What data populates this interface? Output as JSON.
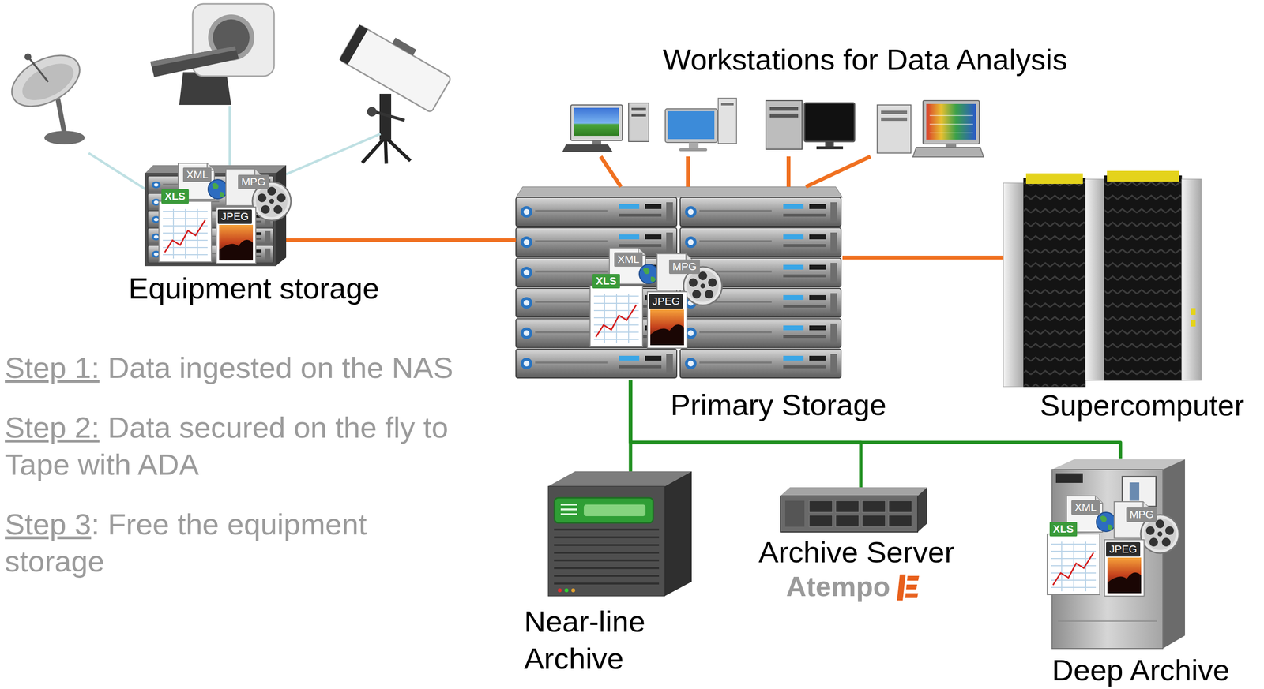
{
  "diagram": {
    "nodes": [
      {
        "text": [
          "Workstations for Data Analysis"
        ]
      },
      {
        "text": [
          "Equipment storage"
        ]
      },
      {
        "text": [
          "Primary Storage"
        ]
      },
      {
        "text": [
          "Supercomputer"
        ]
      },
      {
        "text": [
          "Near-line Archive"
        ]
      },
      {
        "text": [
          "Archive Server"
        ]
      },
      {
        "text": [
          "Deep Archive"
        ]
      }
    ],
    "edges": [
      {
        "from": 0,
        "to": 2,
        "arrow": "none"
      },
      {
        "from": 0,
        "to": 2,
        "arrow": "none"
      },
      {
        "from": 0,
        "to": 2,
        "arrow": "none"
      },
      {
        "from": 0,
        "to": 2,
        "arrow": "none"
      },
      {
        "from": 1,
        "to": 2,
        "arrow": "none"
      },
      {
        "from": 2,
        "to": 3,
        "arrow": "none"
      },
      {
        "from": 2,
        "to": 4,
        "arrow": "none"
      },
      {
        "from": 2,
        "to": 5,
        "arrow": "none"
      },
      {
        "from": 2,
        "to": 6,
        "arrow": "none"
      }
    ],
    "labels": [
      "XML",
      "MPG",
      "XLS",
      "JPEG",
      "XML",
      "MPG",
      "XLS",
      "JPEG",
      "Step 1:",
      "Data ingested on the NAS",
      "Step 2:",
      "Data secured on the fly to Tape with ADA",
      "Step 3",
      ": Free the equipment storage",
      "XML",
      "MPG",
      "XLS",
      "JPEG",
      "Atempo"
    ]
  }
}
